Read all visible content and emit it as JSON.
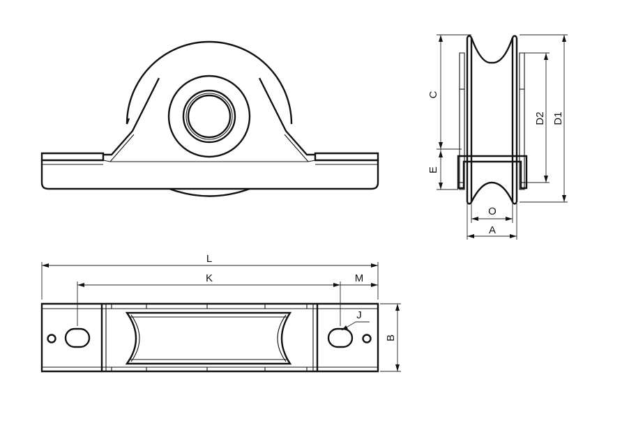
{
  "labels": {
    "C": "C",
    "E": "E",
    "D2": "D2",
    "D1": "D1",
    "O": "O",
    "A": "A",
    "L": "L",
    "K": "K",
    "M": "M",
    "J": "J",
    "B": "B"
  }
}
